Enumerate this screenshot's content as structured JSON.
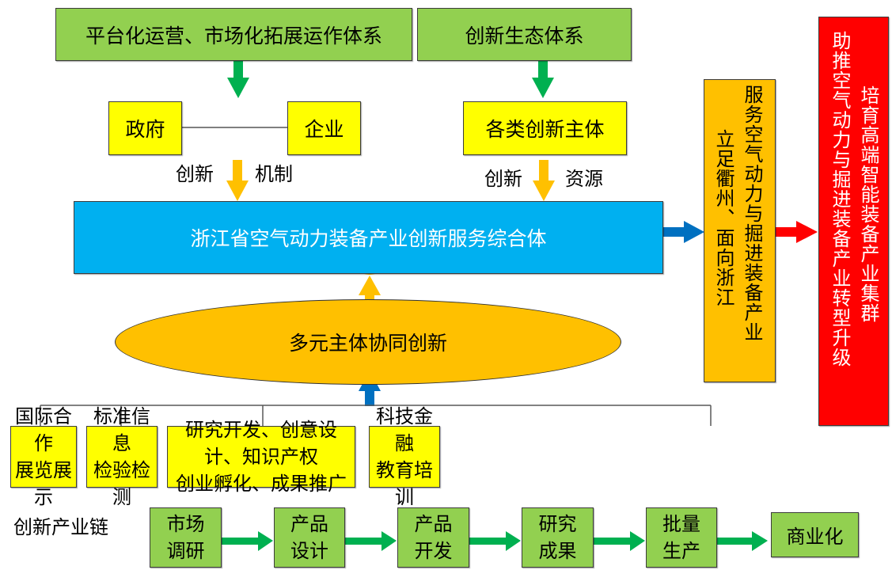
{
  "top": {
    "left_system": "平台化运营、市场化拓展运作体系",
    "right_system": "创新生态体系"
  },
  "actors": {
    "government": "政府",
    "enterprise": "企业",
    "innovators": "各类创新主体"
  },
  "arrow_labels": {
    "mechanism_left": "创新",
    "mechanism_right": "机制",
    "resource_left": "创新",
    "resource_right": "资源"
  },
  "center": {
    "complex": "浙江省空气动力装备产业创新服务综合体",
    "collaboration": "多元主体协同创新"
  },
  "service": {
    "line1": "服务空气动力与掘进装备产业",
    "line2": "立足衢州、面向浙江"
  },
  "goal": {
    "line1": "助推空气动力与掘进装备产业转型升级",
    "line2": "培育高端智能装备产业集群"
  },
  "functions": [
    {
      "line1": "国际合作",
      "line2": "展览展示"
    },
    {
      "line1": "标准信息",
      "line2": "检验检测"
    },
    {
      "line1": "研究开发、创意设计、知识产权",
      "line2": "创业孵化、成果推广"
    },
    {
      "line1": "科技金融",
      "line2": "教育培训"
    }
  ],
  "chain": {
    "label": "创新产业链",
    "steps": [
      {
        "line1": "市场",
        "line2": "调研"
      },
      {
        "line1": "产品",
        "line2": "设计"
      },
      {
        "line1": "产品",
        "line2": "开发"
      },
      {
        "line1": "研究",
        "line2": "成果"
      },
      {
        "line1": "批量",
        "line2": "生产"
      },
      {
        "line1": "商业化",
        "line2": ""
      }
    ]
  },
  "colors": {
    "green_box": "#92d050",
    "yellow_box": "#ffff00",
    "blue_box": "#00b0f0",
    "orange_box": "#ffc000",
    "red_box": "#ff0000",
    "green_arrow": "#00b050",
    "orange_arrow": "#ffc000",
    "blue_arrow": "#0070c0",
    "red_arrow": "#ff0000"
  }
}
